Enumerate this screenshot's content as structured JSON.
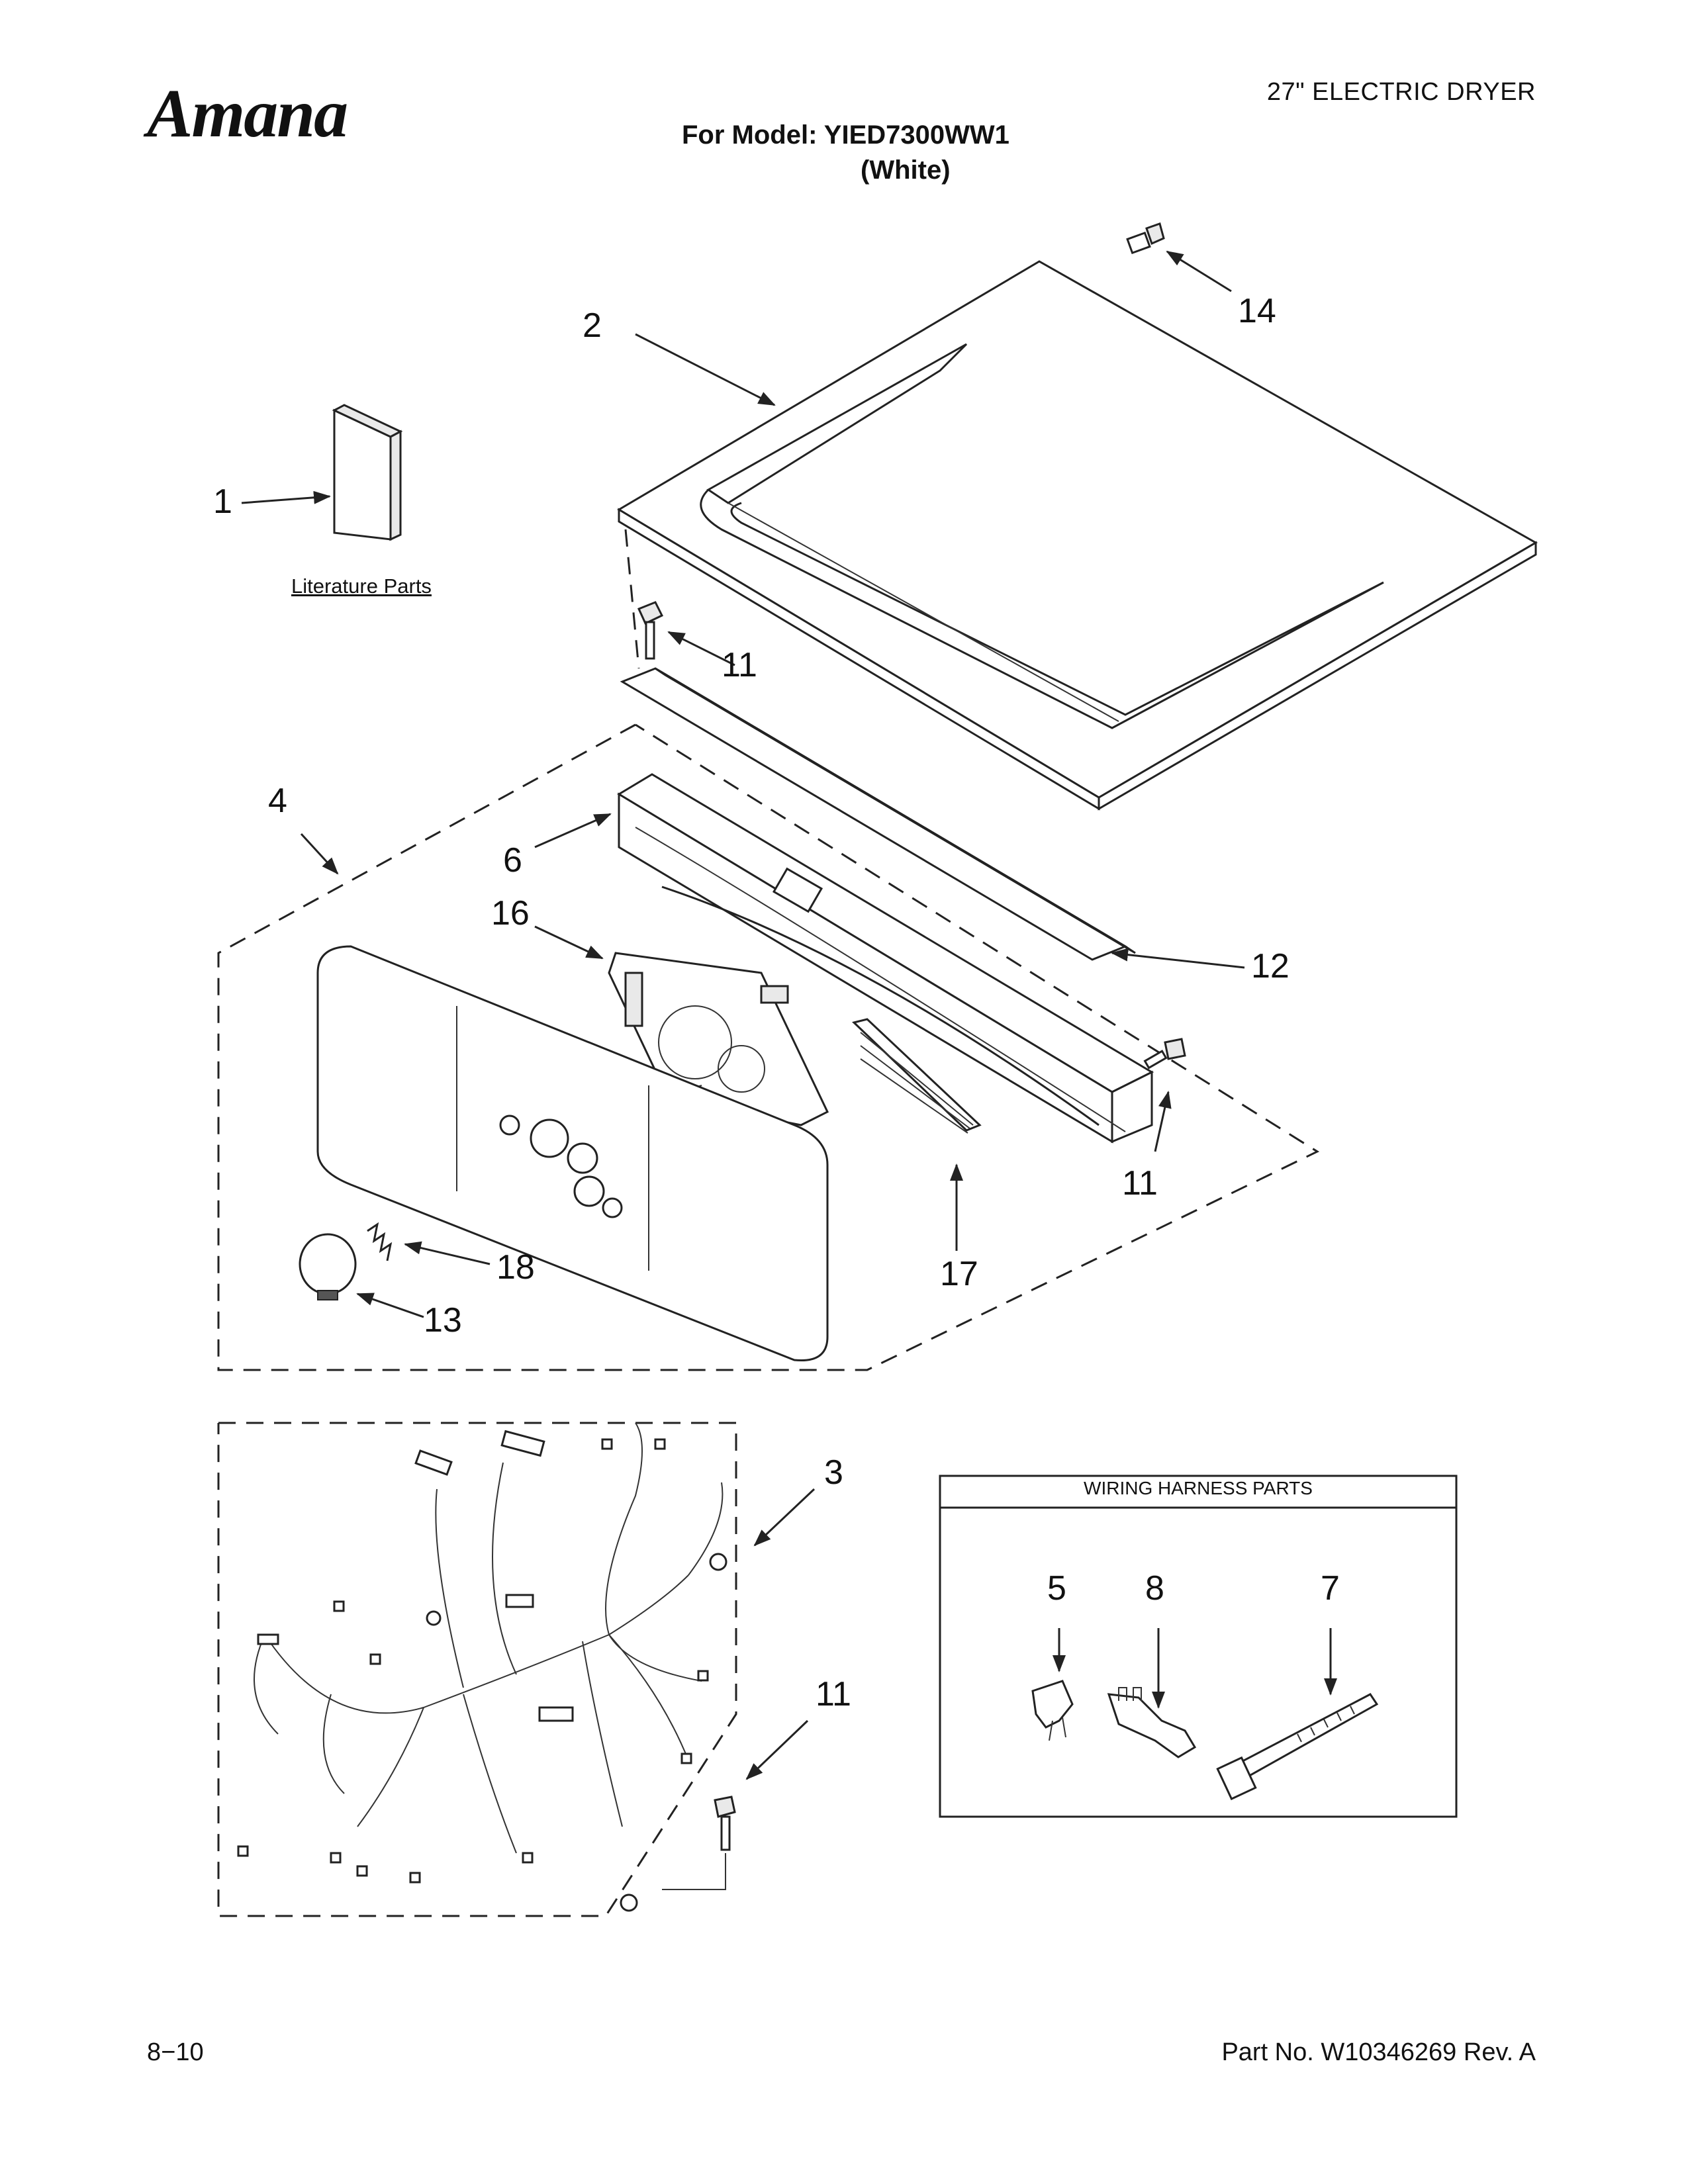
{
  "header": {
    "brand": "Amana",
    "document_type": "27\" ELECTRIC DRYER",
    "model_line": "For Model: YIED7300WW1",
    "color_variant": "(White)"
  },
  "literature": {
    "label": "Literature Parts"
  },
  "callouts": {
    "c1": "1",
    "c2": "2",
    "c3": "3",
    "c4": "4",
    "c5": "5",
    "c6": "6",
    "c7": "7",
    "c8": "8",
    "c11a": "11",
    "c11b": "11",
    "c11c": "11",
    "c12": "12",
    "c13": "13",
    "c14": "14",
    "c16": "16",
    "c17": "17",
    "c18": "18"
  },
  "wiring_box": {
    "title": "WIRING HARNESS PARTS"
  },
  "footer": {
    "page_number": "8−10",
    "part_number": "Part No. W10346269 Rev. A"
  }
}
